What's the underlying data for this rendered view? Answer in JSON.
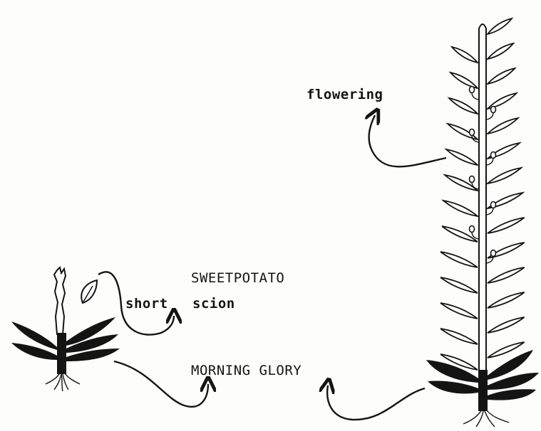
{
  "labels": {
    "flowering": "flowering",
    "sweetpotato": "SWEETPOTATO",
    "short": "short",
    "scion": "scion",
    "morning_glory": "MORNING GLORY"
  },
  "colors": {
    "ink": "#141414",
    "paper": "#fdfdfb"
  }
}
